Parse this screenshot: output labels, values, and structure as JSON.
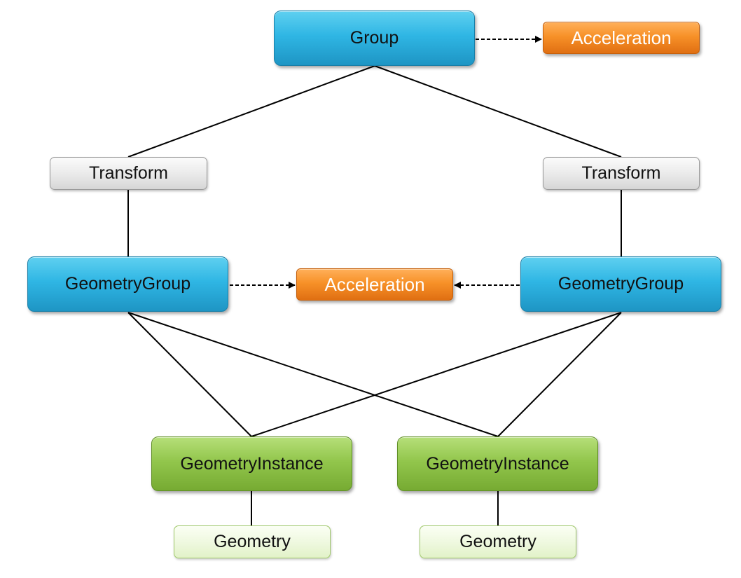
{
  "nodes": {
    "group": "Group",
    "acceleration_top": "Acceleration",
    "transform_left": "Transform",
    "transform_right": "Transform",
    "geometrygroup_left": "GeometryGroup",
    "acceleration_mid": "Acceleration",
    "geometrygroup_right": "GeometryGroup",
    "geometryinstance_left": "GeometryInstance",
    "geometryinstance_right": "GeometryInstance",
    "geometry_left": "Geometry",
    "geometry_right": "Geometry"
  },
  "colors": {
    "group_node": "#2fb6e4",
    "acceleration_node": "#f79128",
    "transform_node": "#e9e9e9",
    "geometryinstance_node": "#92c64c",
    "geometry_node": "#eef8de",
    "edge": "#000000"
  }
}
